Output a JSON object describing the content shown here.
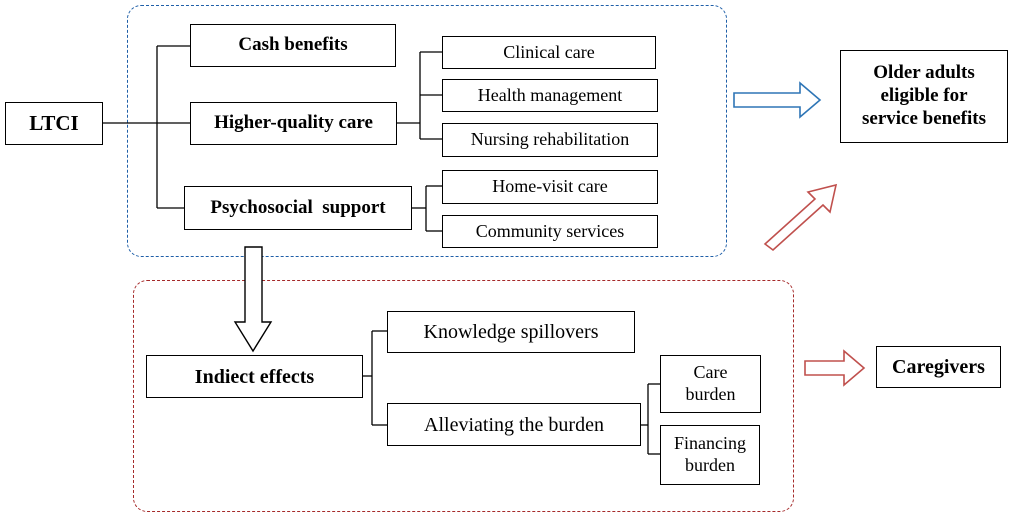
{
  "nodes": {
    "ltci": "LTCI",
    "cash_benefits": "Cash benefits",
    "higher_quality_care": "Higher-quality care",
    "psychosocial_support": "Psychosocial  support",
    "clinical_care": "Clinical care",
    "health_management": "Health management",
    "nursing_rehabilitation": "Nursing rehabilitation",
    "home_visit_care": "Home-visit care",
    "community_services": "Community services",
    "older_adults": [
      "Older adults",
      "eligible for",
      "service benefits"
    ],
    "indirect_effects": "Indiect effects",
    "knowledge_spillovers": "Knowledge spillovers",
    "alleviating_burden": "Alleviating the burden",
    "care_burden": [
      "Care",
      "burden"
    ],
    "financing_burden": [
      "Financing",
      "burden"
    ],
    "caregivers": "Caregivers"
  },
  "colors": {
    "blue_region": "#1f5fa8",
    "red_region": "#a52a2a",
    "blue_arrow": "#2e75b6",
    "red_arrow": "#c0504d"
  }
}
